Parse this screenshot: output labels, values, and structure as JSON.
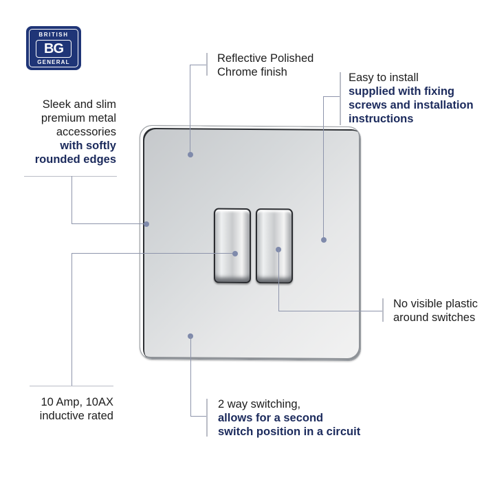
{
  "brand": {
    "name_top": "BRITISH",
    "monogram": "BG",
    "name_bottom": "GENERAL",
    "color": "#1f3577"
  },
  "product": {
    "description": "Double rocker light switch, polished chrome, screwless flat plate",
    "switch_count": 2
  },
  "callouts": [
    {
      "id": "finish",
      "lines": [
        "Reflective Polished",
        "Chrome finish"
      ],
      "bold_lines": []
    },
    {
      "id": "install",
      "lines": [
        "Easy to install"
      ],
      "bold_lines": [
        "supplied with fixing",
        "screws and installation",
        "instructions"
      ]
    },
    {
      "id": "edges",
      "lines": [
        "Sleek and slim",
        "premium metal",
        "accessories"
      ],
      "bold_lines": [
        "with softly",
        "rounded edges"
      ]
    },
    {
      "id": "plastic",
      "lines": [
        "No visible plastic",
        "around switches"
      ],
      "bold_lines": []
    },
    {
      "id": "rating",
      "lines": [
        "10 Amp, 10AX",
        "inductive rated"
      ],
      "bold_lines": []
    },
    {
      "id": "twoway",
      "lines": [
        "2 way switching,"
      ],
      "bold_lines": [
        "allows for a second",
        "switch position in a circuit"
      ]
    }
  ],
  "colors": {
    "accent_text": "#1b2a5c",
    "leader_line": "#8d94ab",
    "body_text": "#1c1c1c"
  }
}
